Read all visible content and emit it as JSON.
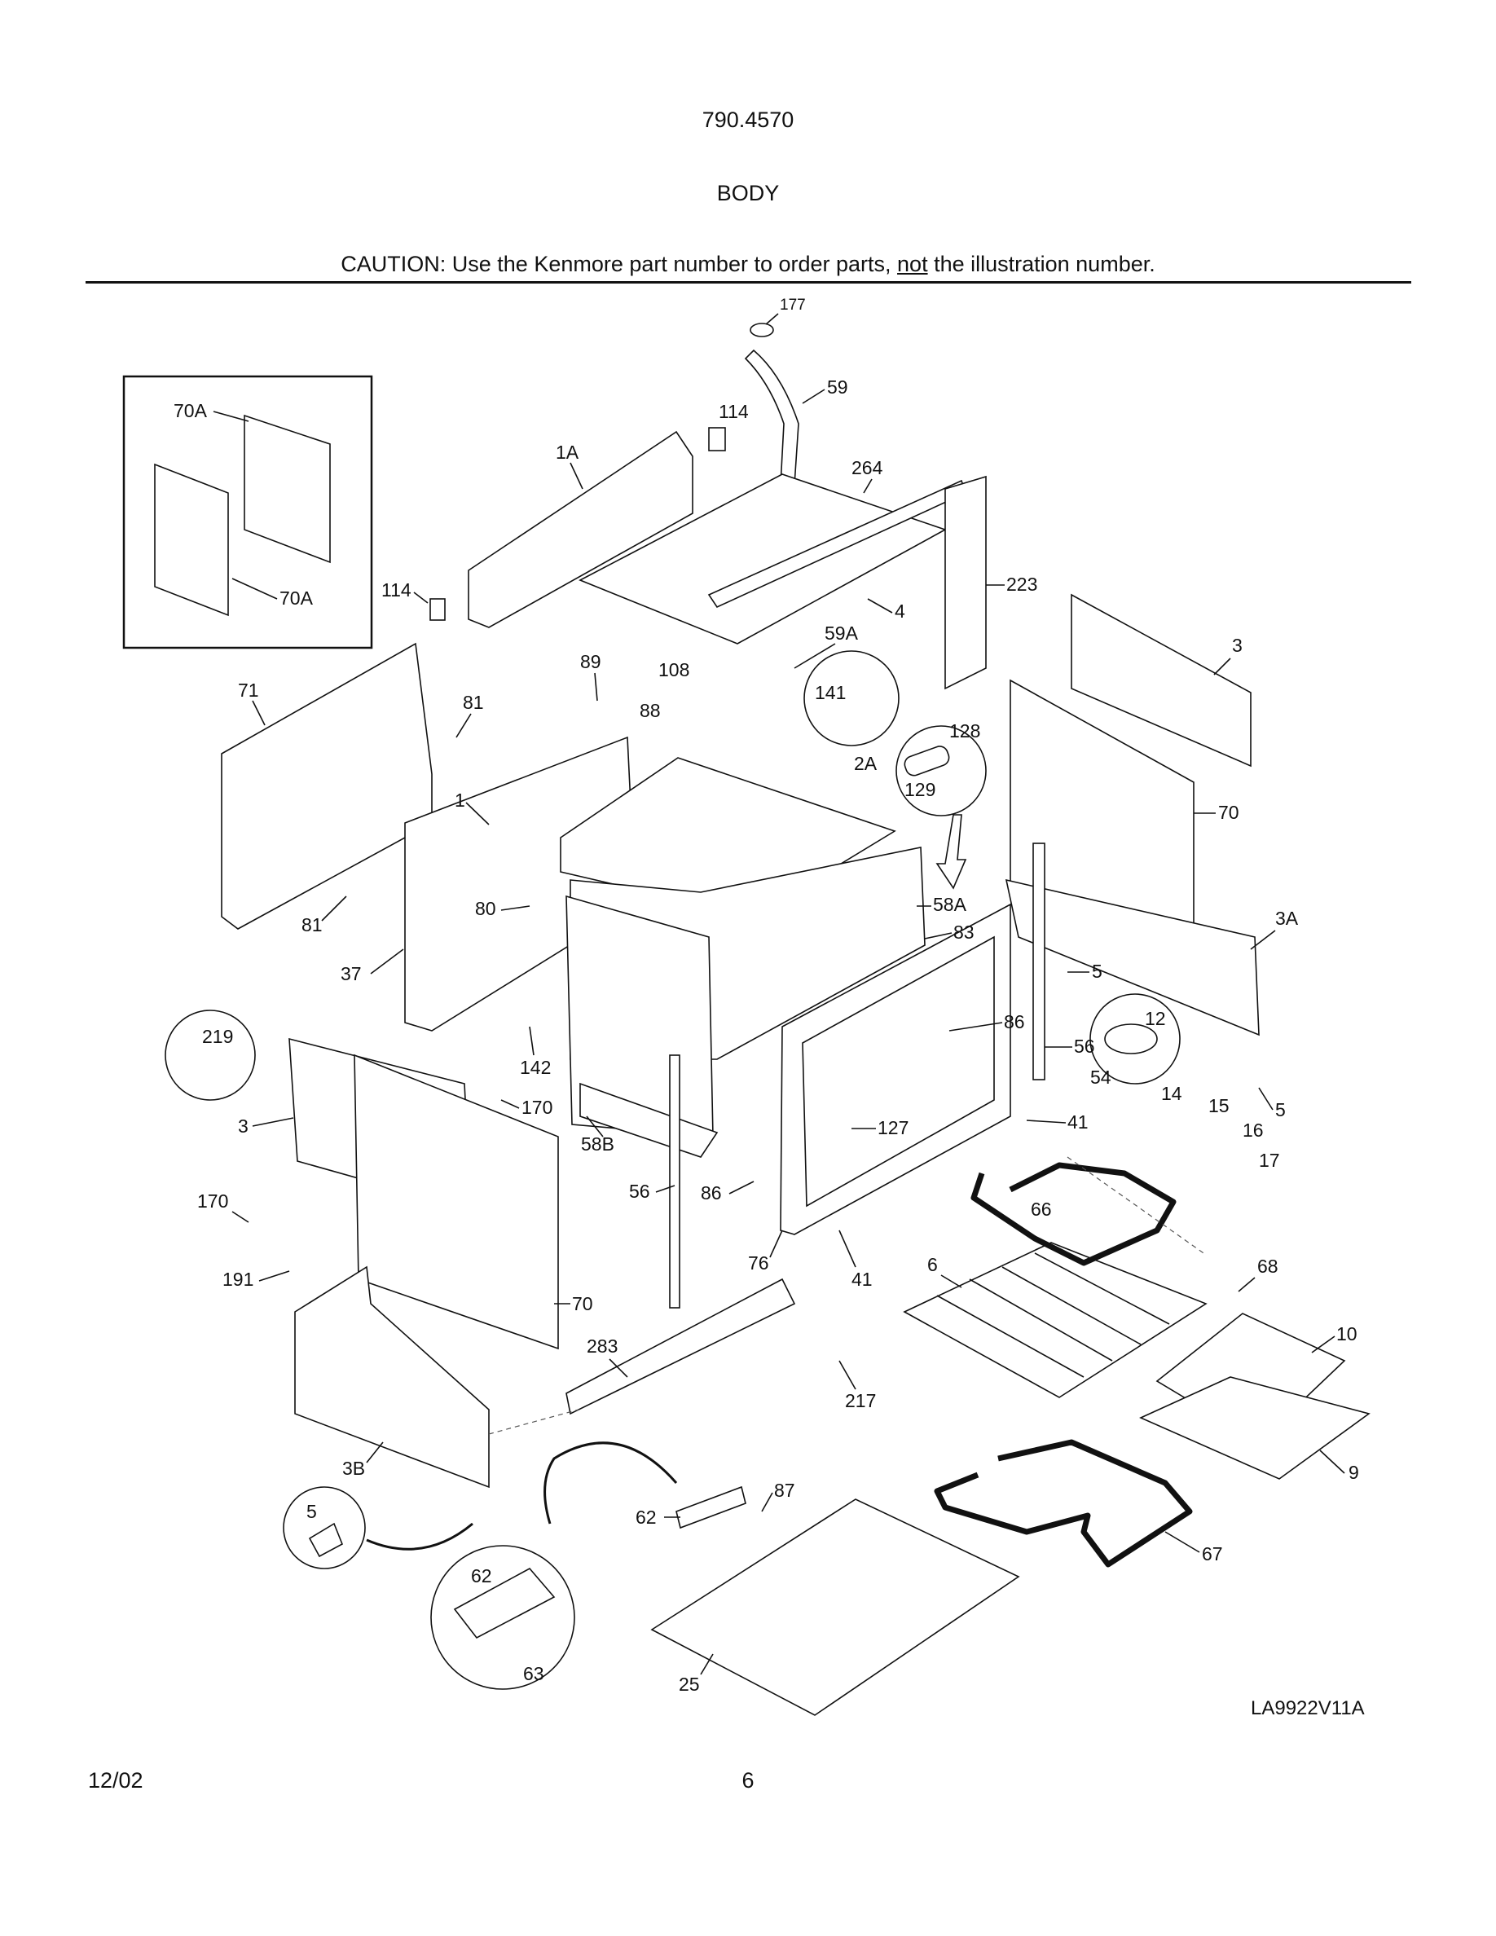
{
  "header": {
    "model": "790.4570",
    "section": "BODY",
    "caution_prefix": "CAUTION: Use the Kenmore part number to order parts, ",
    "caution_emphasis": "not",
    "caution_suffix": " the illustration number."
  },
  "labels": {
    "l177": "177",
    "l59": "59",
    "l114a": "114",
    "l264": "264",
    "l1A": "1A",
    "l70Aa": "70A",
    "l70Ab": "70A",
    "l114b": "114",
    "l223": "223",
    "l4": "4",
    "l59A": "59A",
    "l3a": "3",
    "l89": "89",
    "l108": "108",
    "l141": "141",
    "l71": "71",
    "l81a": "81",
    "l88": "88",
    "l128": "128",
    "l2A": "2A",
    "l129": "129",
    "l70a": "70",
    "l1": "1",
    "l58A": "58A",
    "l3A": "3A",
    "l80": "80",
    "l83": "83",
    "l81b": "81",
    "l5a": "5",
    "l37": "37",
    "l86a": "86",
    "l12": "12",
    "l219": "219",
    "l56a": "56",
    "l142": "142",
    "l54": "54",
    "l14": "14",
    "l15": "15",
    "l5b": "5",
    "l170a": "170",
    "l16": "16",
    "l41a": "41",
    "l3b": "3",
    "l127": "127",
    "l58B": "58B",
    "l17": "17",
    "l56b": "56",
    "l86b": "86",
    "l66": "66",
    "l170b": "170",
    "l68": "68",
    "l6": "6",
    "l191": "191",
    "l76": "76",
    "l41b": "41",
    "l70b": "70",
    "l10": "10",
    "l283": "283",
    "l217": "217",
    "l9": "9",
    "l3B": "3B",
    "l87": "87",
    "l5c": "5",
    "l62a": "62",
    "l67": "67",
    "l62b": "62",
    "l25": "25",
    "l63": "63"
  },
  "diagram_code": "LA9922V11A",
  "footer": {
    "date": "12/02",
    "page": "6"
  }
}
